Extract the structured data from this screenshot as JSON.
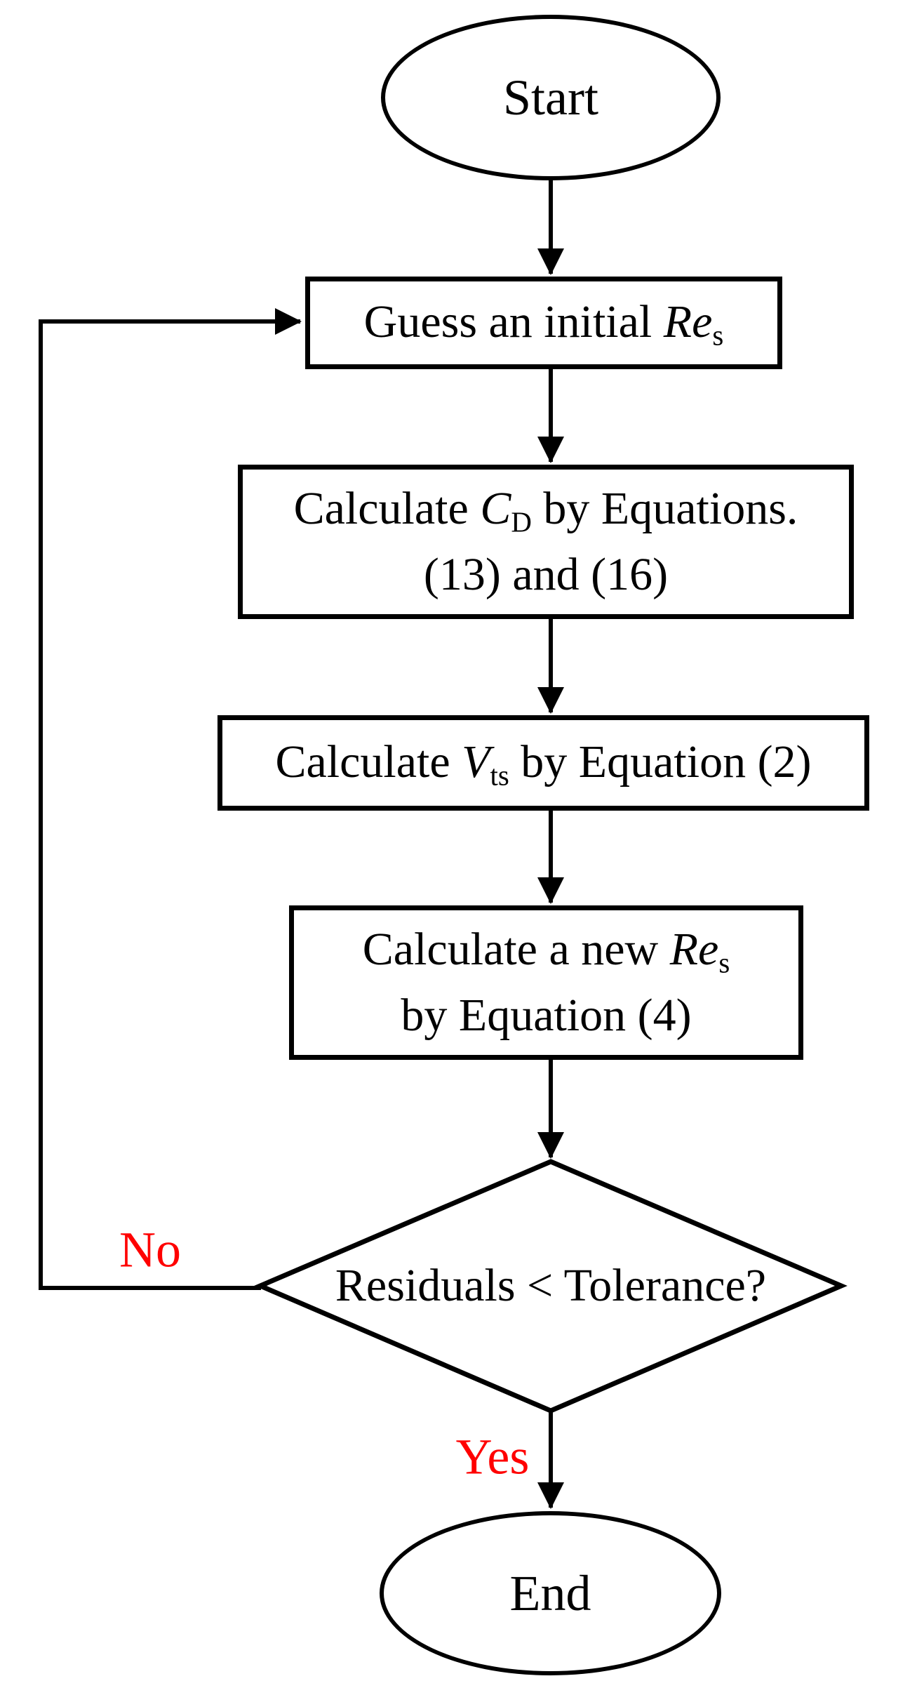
{
  "flowchart": {
    "colors": {
      "line": "#000000",
      "background": "#ffffff",
      "branch_label": "#ff0000"
    },
    "start": {
      "label": "Start"
    },
    "end": {
      "label": "End"
    },
    "steps": {
      "guess": {
        "segments": [
          {
            "t": "Guess an initial "
          },
          {
            "t": "Re",
            "i": true
          },
          {
            "t": "s",
            "sub": true
          }
        ]
      },
      "calc_cd": {
        "segments": [
          {
            "t": "Calculate "
          },
          {
            "t": "C",
            "i": true
          },
          {
            "t": "D",
            "sub": true
          },
          {
            "t": " by Equations."
          },
          {
            "br": true
          },
          {
            "t": "(13) and (16)"
          }
        ]
      },
      "calc_vts": {
        "segments": [
          {
            "t": "Calculate "
          },
          {
            "t": "V",
            "i": true
          },
          {
            "t": "ts",
            "sub": true
          },
          {
            "t": " by Equation (2)"
          }
        ]
      },
      "calc_new_res": {
        "segments": [
          {
            "t": "Calculate a new "
          },
          {
            "t": "Re",
            "i": true
          },
          {
            "t": "s",
            "sub": true
          },
          {
            "br": true
          },
          {
            "t": "by Equation (4)"
          }
        ]
      }
    },
    "decision": {
      "segments": [
        {
          "t": "Residuals < Tolerance?"
        }
      ]
    },
    "branches": {
      "no": "No",
      "yes": "Yes"
    }
  }
}
